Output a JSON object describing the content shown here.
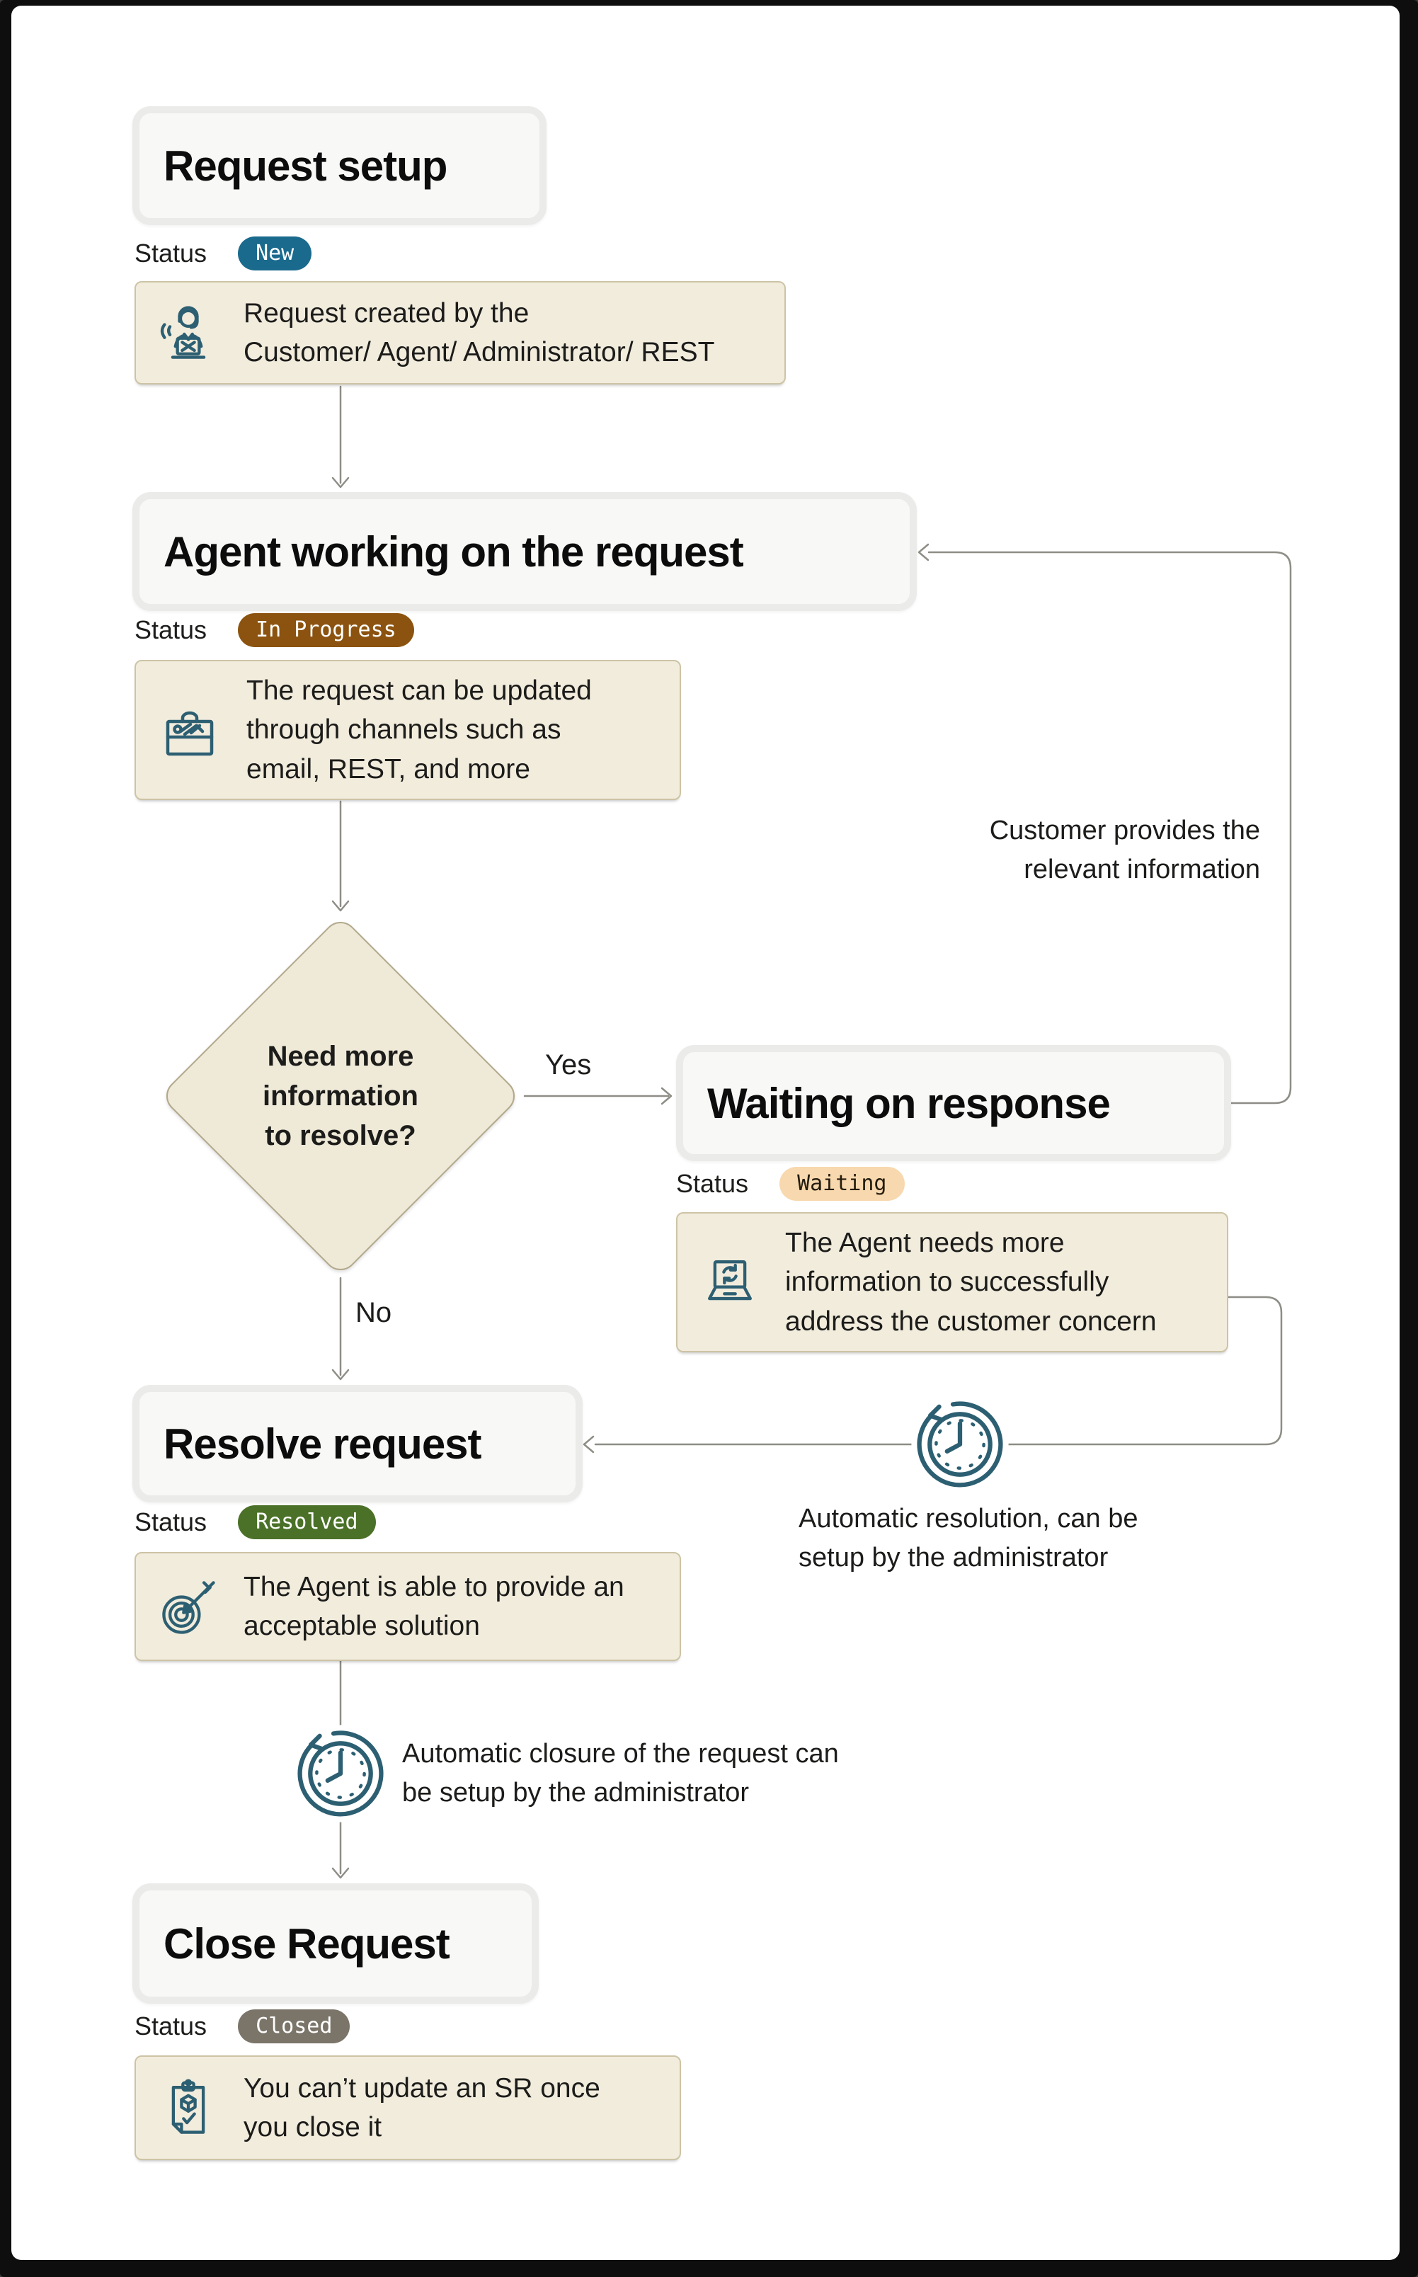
{
  "labels": {
    "status": "Status",
    "yes": "Yes",
    "no": "No"
  },
  "colors": {
    "icon": "#2d5f72",
    "line": "#8e8d86",
    "page_frame": "#0e0e0e",
    "canvas": "#ffffff",
    "title_box_bg": "#f8f8f6",
    "title_box_border": "#ebebe9",
    "note_box_bg": "#f2ecdd",
    "note_box_border": "#cdc4a6",
    "diamond_bg": "#efe9d8",
    "diamond_border": "#b2a98c"
  },
  "nodes": [
    {
      "title": "Request setup",
      "status": "New",
      "status_bg": "#1a6a8d",
      "status_fg": "#ffffff",
      "note": "Request created by the\nCustomer/ Agent/ Administrator/ REST",
      "icon": "agent-headset-icon"
    },
    {
      "title": "Agent working on the request",
      "status": "In Progress",
      "status_bg": "#8b530f",
      "status_fg": "#ffffff",
      "note": "The request can be updated\nthrough channels such as\nemail, REST, and more",
      "icon": "toolbox-icon"
    },
    {
      "title": "Waiting on response",
      "status": "Waiting",
      "status_bg": "#f8d8ae",
      "status_fg": "#241c0e",
      "note": "The Agent needs more\ninformation to successfully\naddress the customer concern",
      "icon": "laptop-sync-icon"
    },
    {
      "title": "Resolve request",
      "status": "Resolved",
      "status_bg": "#4a7127",
      "status_fg": "#ffffff",
      "note": "The Agent is able to provide an\nacceptable solution",
      "icon": "target-dart-icon"
    },
    {
      "title": "Close Request",
      "status": "Closed",
      "status_bg": "#7b7569",
      "status_fg": "#ffffff",
      "note": "You can’t update an SR once\nyou close it",
      "icon": "clipboard-check-icon"
    }
  ],
  "decision": {
    "question": "Need more\ninformation\nto resolve?"
  },
  "annotations": {
    "customer_provides": "Customer provides the\nrelevant information",
    "auto_resolution": "Automatic resolution, can be\nsetup by the administrator",
    "auto_closure": "Automatic closure of the request can\nbe setup by the administrator"
  }
}
